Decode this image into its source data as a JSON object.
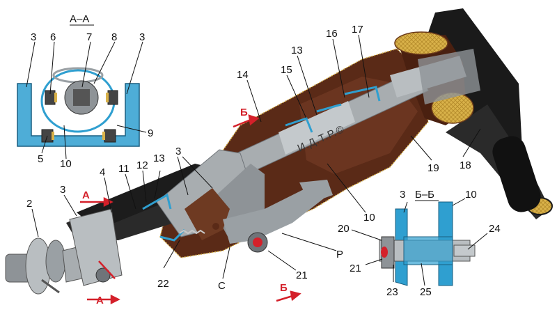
{
  "sections": {
    "aa_title": "А–А",
    "bb_title": "Б–Б",
    "cut_a": "А",
    "cut_b": "Б"
  },
  "stamp": "И.Д.Т.Р.©",
  "callouts": {
    "n1": "2",
    "n2": "3",
    "n3": "4",
    "n4": "11",
    "n5": "12",
    "n6": "13",
    "n7": "3",
    "n8": "14",
    "n9": "15",
    "n10": "13",
    "n11": "16",
    "n12": "17",
    "n13": "18",
    "n14": "19",
    "n15": "10",
    "n16": "P",
    "n17": "21",
    "n18": "C",
    "n19": "22",
    "n20": "3",
    "aa1": "3",
    "aa2": "6",
    "aa3": "7",
    "aa4": "8",
    "aa5": "3",
    "aa6": "9",
    "aa7": "5",
    "aa8": "10",
    "bb1": "3",
    "bb2": "10",
    "bb3": "20",
    "bb4": "24",
    "bb5": "21",
    "bb6": "23",
    "bb7": "25"
  },
  "colors": {
    "housing": "#5a2a17",
    "metal": "#a8adb0",
    "metal_dark": "#6f7479",
    "blue": "#2f9fd0",
    "wheel": "#1a1a1a",
    "grip": "#d9b24a",
    "red": "#d4202a"
  }
}
